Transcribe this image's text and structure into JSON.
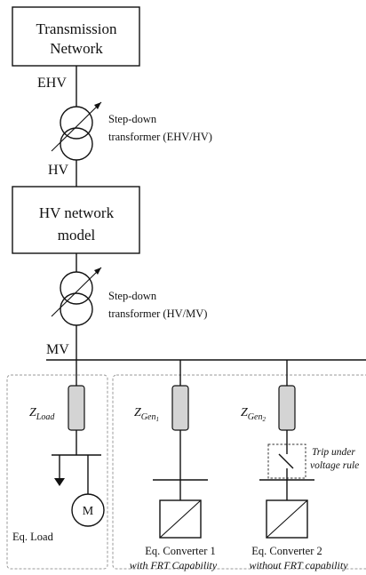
{
  "top_box": {
    "line1": "Transmission",
    "line2": "Network"
  },
  "buses": {
    "ehv": "EHV",
    "hv": "HV",
    "mv": "MV"
  },
  "transformer1": {
    "line1": "Step-down",
    "line2": "transformer (EHV/HV)"
  },
  "hv_box": {
    "line1": "HV network",
    "line2": "model"
  },
  "transformer2": {
    "line1": "Step-down",
    "line2": "transformer (HV/MV)"
  },
  "load": {
    "z_base": "Z",
    "z_sub": "Load",
    "motor": "M",
    "label": "Eq. Load"
  },
  "gen1": {
    "z_base": "Z",
    "z_sub": "Gen",
    "z_subsub": "1",
    "line1": "Eq. Converter 1",
    "line2": "with FRT Capability"
  },
  "gen2": {
    "z_base": "Z",
    "z_sub": "Gen",
    "z_subsub": "2",
    "line1": "Eq. Converter 2",
    "line2": "without FRT capability",
    "trip1": "Trip under",
    "trip2": "voltage rule"
  },
  "colors": {
    "line": "#111111",
    "impedance_fill": "#d4d4d4",
    "dashed_border": "#9a9a9a"
  }
}
